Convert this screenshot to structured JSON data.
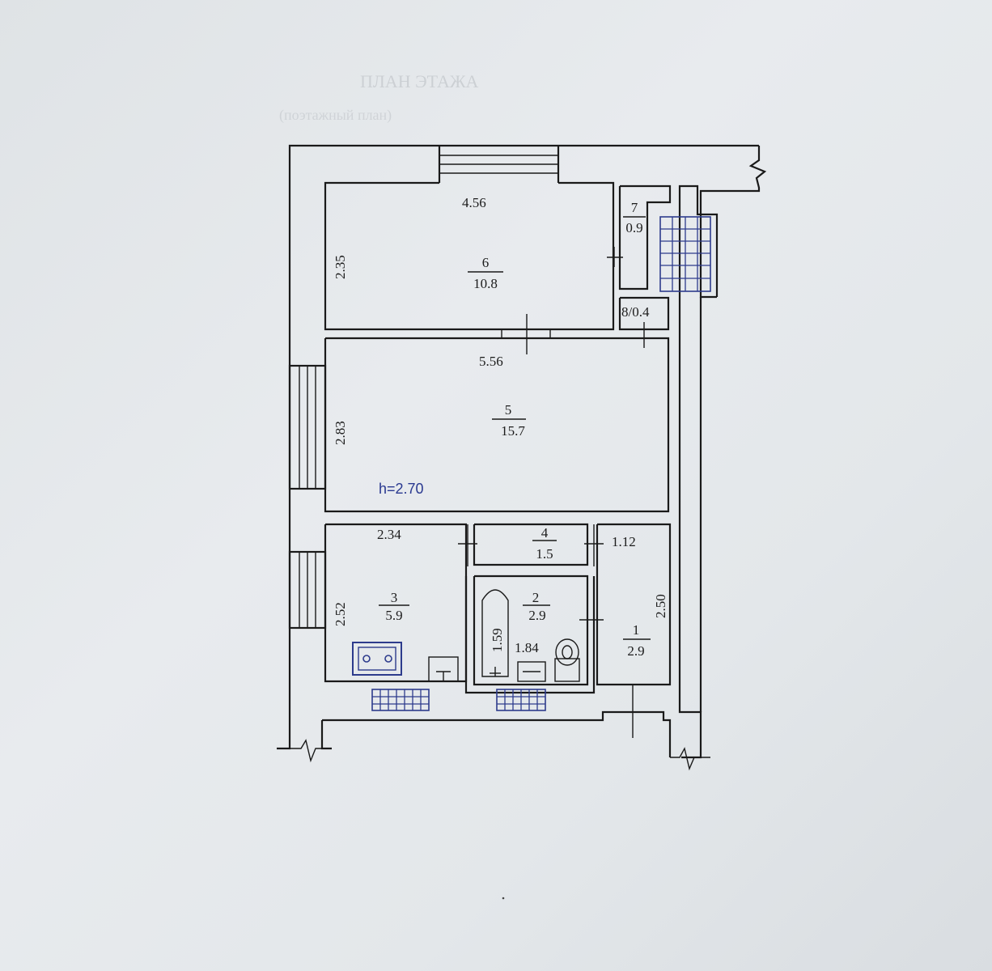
{
  "header_faded": {
    "line1": "ПЛАН ЭТАЖА",
    "line2": "(поэтажный план)"
  },
  "rooms": [
    {
      "id": "room-6",
      "number": "6",
      "area": "10.8",
      "width": "4.56",
      "height": "2.35"
    },
    {
      "id": "room-5",
      "number": "5",
      "area": "15.7",
      "width": "5.56",
      "height": "2.83"
    },
    {
      "id": "room-7",
      "number": "7",
      "area": "0.9"
    },
    {
      "id": "room-8",
      "number": "8",
      "area": "0.4",
      "label": "8/0.4"
    },
    {
      "id": "room-3",
      "number": "3",
      "area": "5.9",
      "width": "2.34",
      "height": "2.52"
    },
    {
      "id": "room-4",
      "number": "4",
      "area": "1.5"
    },
    {
      "id": "room-2",
      "number": "2",
      "area": "2.9",
      "height": "1.59",
      "width": "1.84"
    },
    {
      "id": "room-1",
      "number": "1",
      "area": "2.9",
      "width": "1.12",
      "height": "2.50"
    }
  ],
  "ceiling_height": "h=2.70",
  "colors": {
    "ink": "#1a1a1a",
    "blue": "#2a3990",
    "paper": "#e3e7ea"
  }
}
